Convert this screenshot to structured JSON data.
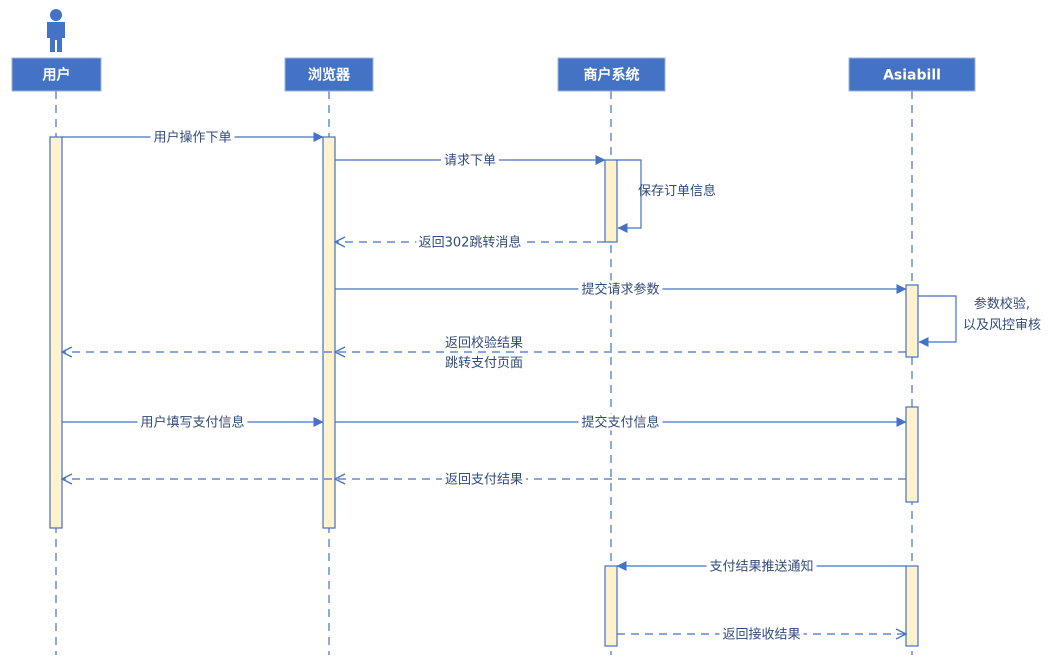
{
  "participants": [
    {
      "id": "user",
      "label": "用户"
    },
    {
      "id": "browser",
      "label": "浏览器"
    },
    {
      "id": "merchant",
      "label": "商户系统"
    },
    {
      "id": "asiabill",
      "label": "Asiabill"
    }
  ],
  "messages": [
    {
      "id": "m1",
      "from": "user",
      "to": "browser",
      "style": "solid",
      "lines": [
        "用户操作下单"
      ]
    },
    {
      "id": "m2",
      "from": "browser",
      "to": "merchant",
      "style": "solid",
      "lines": [
        "请求下单"
      ]
    },
    {
      "id": "m3",
      "from": "merchant",
      "to": "merchant",
      "style": "self",
      "lines": [
        "保存订单信息"
      ]
    },
    {
      "id": "m4",
      "from": "merchant",
      "to": "browser",
      "style": "dashed",
      "lines": [
        "返回302跳转消息"
      ]
    },
    {
      "id": "m5",
      "from": "browser",
      "to": "asiabill",
      "style": "solid",
      "lines": [
        "提交请求参数"
      ]
    },
    {
      "id": "m6",
      "from": "asiabill",
      "to": "asiabill",
      "style": "self",
      "lines": [
        "参数校验,",
        "以及风控审核"
      ]
    },
    {
      "id": "m7",
      "from": "asiabill",
      "to": "user",
      "style": "dashed",
      "lines": [
        "返回校验结果",
        "跳转支付页面"
      ]
    },
    {
      "id": "m8",
      "from": "user",
      "to": "browser",
      "style": "solid",
      "lines": [
        "用户填写支付信息"
      ]
    },
    {
      "id": "m9",
      "from": "browser",
      "to": "asiabill",
      "style": "solid",
      "lines": [
        "提交支付信息"
      ]
    },
    {
      "id": "m10",
      "from": "asiabill",
      "to": "user",
      "style": "dashed",
      "lines": [
        "返回支付结果"
      ]
    },
    {
      "id": "m11",
      "from": "asiabill",
      "to": "merchant",
      "style": "solid",
      "lines": [
        "支付结果推送通知"
      ]
    },
    {
      "id": "m12",
      "from": "merchant",
      "to": "asiabill",
      "style": "dashed",
      "lines": [
        "返回接收结果"
      ]
    }
  ],
  "colors": {
    "participant_fill": "#4472C4",
    "line": "#4472C4",
    "activation_fill": "#FFF2CC",
    "label_text": "#2F4A7A"
  },
  "icons": {
    "actor": "person-icon"
  }
}
